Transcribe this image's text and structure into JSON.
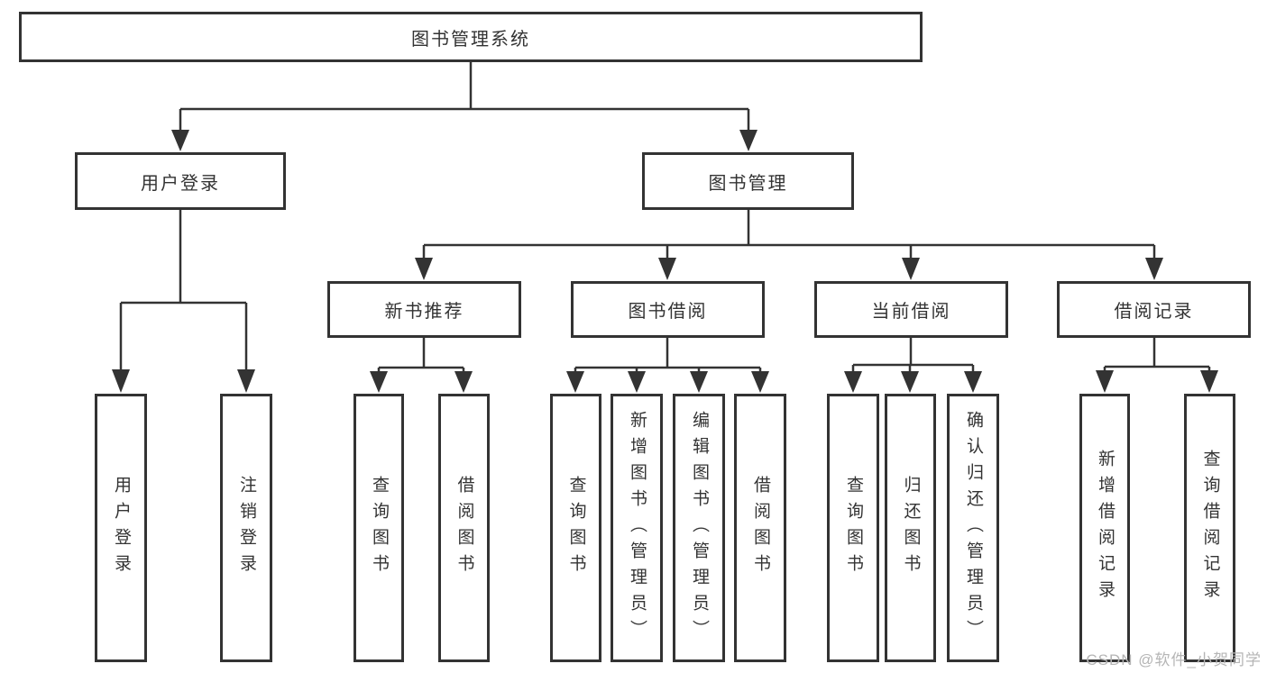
{
  "diagram": {
    "root": "图书管理系统",
    "user_login": {
      "label": "用户登录",
      "leaves": [
        "用户登录",
        "注销登录"
      ]
    },
    "book_management": {
      "label": "图书管理",
      "groups": [
        {
          "label": "新书推荐",
          "leaves": [
            "查询图书",
            "借阅图书"
          ]
        },
        {
          "label": "图书借阅",
          "leaves": [
            "查询图书",
            "新增图书（管理员）",
            "编辑图书（管理员）",
            "借阅图书"
          ]
        },
        {
          "label": "当前借阅",
          "leaves": [
            "查询图书",
            "归还图书",
            "确认归还（管理员）"
          ]
        },
        {
          "label": "借阅记录",
          "leaves": [
            "新增借阅记录",
            "查询借阅记录"
          ]
        }
      ]
    }
  },
  "watermark": "CSDN @软件_小贺同学",
  "colors": {
    "line": "#333333",
    "text": "#333333",
    "background": "#ffffff",
    "watermark": "#b5b5b5"
  }
}
